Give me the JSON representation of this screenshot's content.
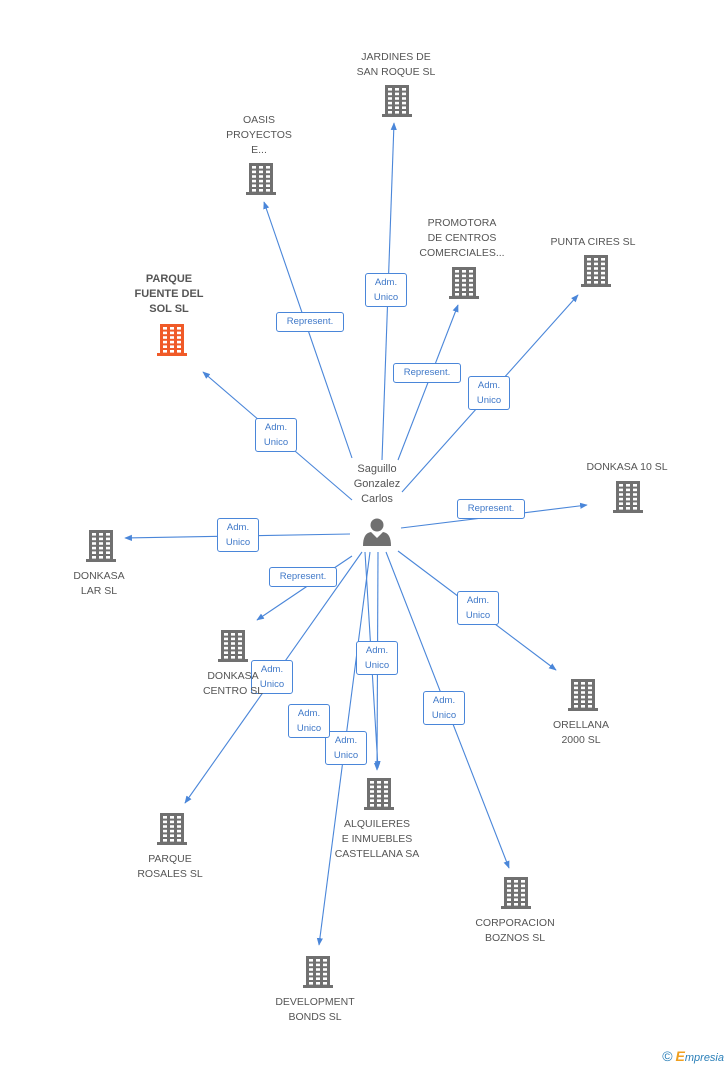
{
  "person": {
    "label": "Saguillo\nGonzalez\nCarlos",
    "icon": "person-icon"
  },
  "colors": {
    "edge": "#4a86d9",
    "building": "#707070",
    "highlight": "#f05a28"
  },
  "companies": [
    {
      "id": "jardines",
      "label": "JARDINES DE\nSAN ROQUE SL",
      "icon": "building-icon"
    },
    {
      "id": "oasis",
      "label": "OASIS\nPROYECTOS\nE...",
      "icon": "building-icon"
    },
    {
      "id": "promotora",
      "label": "PROMOTORA\nDE CENTROS\nCOMERCIALES...",
      "icon": "building-icon"
    },
    {
      "id": "punta",
      "label": "PUNTA CIRES SL",
      "icon": "building-icon"
    },
    {
      "id": "parque-fuente",
      "label": "PARQUE\nFUENTE DEL\nSOL SL",
      "icon": "building-icon",
      "highlight": true
    },
    {
      "id": "donkasa10",
      "label": "DONKASA 10 SL",
      "icon": "building-icon"
    },
    {
      "id": "donkasa-lar",
      "label": "DONKASA\nLAR SL",
      "icon": "building-icon"
    },
    {
      "id": "donkasa-centro",
      "label": "DONKASA\nCENTRO SL",
      "icon": "building-icon"
    },
    {
      "id": "orellana",
      "label": "ORELLANA\n2000 SL",
      "icon": "building-icon"
    },
    {
      "id": "alquileres",
      "label": "ALQUILERES\nE INMUEBLES\nCASTELLANA SA",
      "icon": "building-icon"
    },
    {
      "id": "parque-rosales",
      "label": "PARQUE\nROSALES SL",
      "icon": "building-icon"
    },
    {
      "id": "corporacion",
      "label": "CORPORACION\nBOZNOS SL",
      "icon": "building-icon"
    },
    {
      "id": "development",
      "label": "DEVELOPMENT\nBONDS SL",
      "icon": "building-icon"
    }
  ],
  "relations": [
    {
      "to": "jardines",
      "label": "Adm.\nUnico"
    },
    {
      "to": "oasis",
      "label": "Represent."
    },
    {
      "to": "promotora",
      "label": "Represent."
    },
    {
      "to": "punta",
      "label": "Adm.\nUnico"
    },
    {
      "to": "parque-fuente",
      "label": "Adm.\nUnico"
    },
    {
      "to": "donkasa10",
      "label": "Represent."
    },
    {
      "to": "donkasa-lar",
      "label": "Adm.\nUnico"
    },
    {
      "to": "donkasa-centro",
      "label": "Represent."
    },
    {
      "to": "orellana",
      "label": "Adm.\nUnico"
    },
    {
      "to": "alquileres",
      "label": "Adm.\nUnico"
    },
    {
      "to": "parque-rosales",
      "label": "Adm.\nUnico"
    },
    {
      "to": "corporacion",
      "label": "Adm.\nUnico"
    },
    {
      "to": "development",
      "label": "Adm.\nUnico"
    },
    {
      "to": "alquileres",
      "label": "Adm.\nUnico"
    }
  ],
  "footer": {
    "copyright": "©",
    "brand_first": "E",
    "brand_rest": "mpresia"
  }
}
